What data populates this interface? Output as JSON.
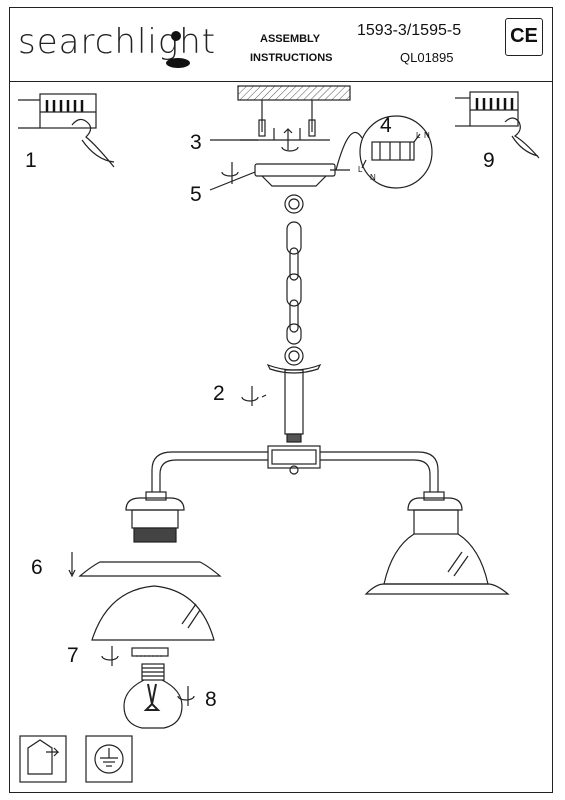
{
  "header": {
    "brand": "searchlight",
    "doc_title_line1": "ASSEMBLY",
    "doc_title_line2": "INSTRUCTIONS",
    "model": "1593-3/1595-5",
    "code": "QL01895",
    "ce_mark": "CE"
  },
  "steps": {
    "s1": "1",
    "s2": "2",
    "s3": "3",
    "s4": "4",
    "s5": "5",
    "s6": "6",
    "s7": "7",
    "s8": "8",
    "s9": "9"
  },
  "wiring": {
    "l": "L",
    "n": "N"
  },
  "icons": [
    "indoor-use-icon",
    "earth-ground-icon",
    "rotate-icon",
    "hand-icon",
    "terminal-block-icon",
    "bulb-icon"
  ]
}
